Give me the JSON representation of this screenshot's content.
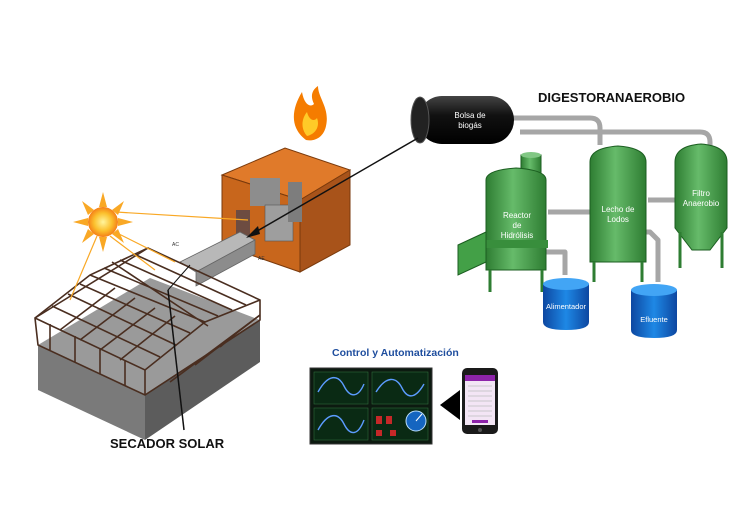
{
  "labels": {
    "digestor_title": "DIGESTORANAEROBIO",
    "bolsa_line1": "Bolsa de",
    "bolsa_line2": "biogás",
    "reactor_line1": "Reactor",
    "reactor_line2": "de",
    "reactor_line3": "Hidrólisis",
    "lecho_line1": "Lecho de",
    "lecho_line2": "Lodos",
    "filtro_line1": "Filtro",
    "filtro_line2": "Anaerobio",
    "alimentador": "Alimentador",
    "efluente": "Efluente",
    "control": "Control  y Automatización",
    "secador": "SECADOR SOLAR",
    "ac": "AC",
    "ae": "AE"
  },
  "colors": {
    "tank_green": "#4caf50",
    "tank_dark": "#2e7d32",
    "blue_tank": "#1565c0",
    "control_text": "#1f4e9e",
    "furnace": "#c8661c",
    "flame": "#f57c00",
    "sun": "#f9a825",
    "pipe": "#a0a0a0"
  },
  "icons": [
    "flame-icon",
    "sun-icon",
    "smartphone-icon",
    "arrow-left-icon"
  ]
}
